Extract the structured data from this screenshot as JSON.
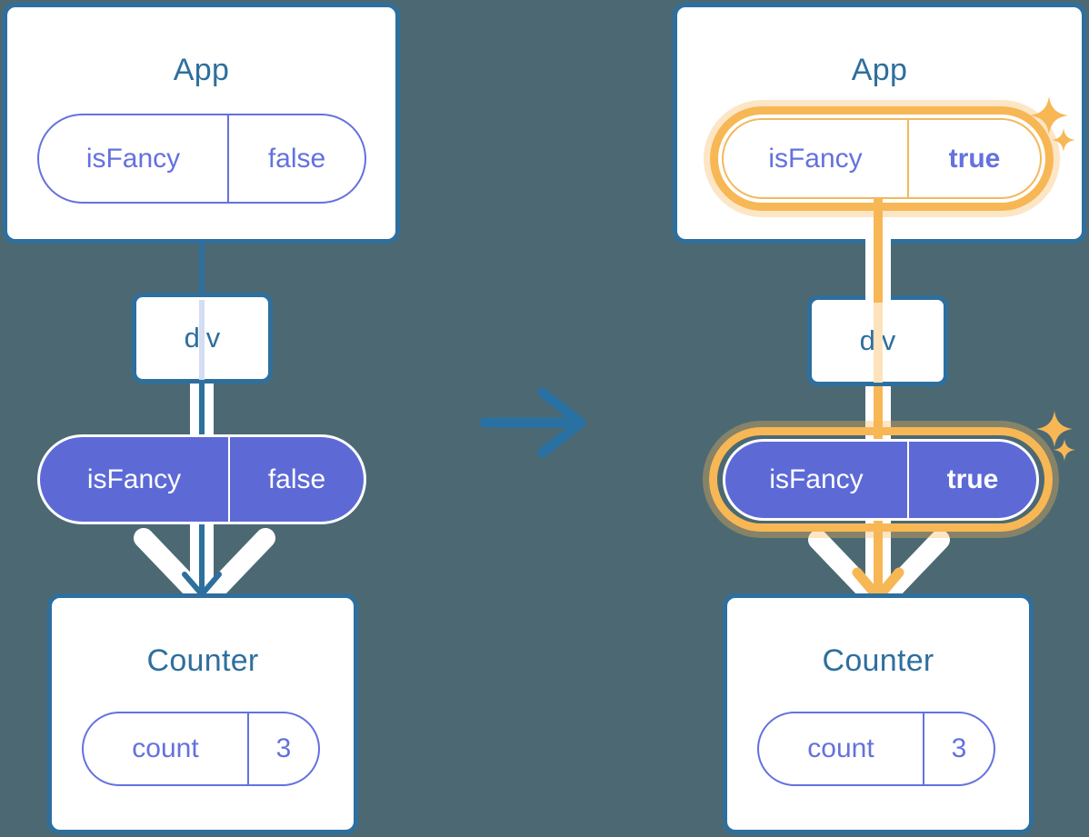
{
  "colors": {
    "background": "#4c6973",
    "box_border": "#2e6f9e",
    "title_text": "#2e6f9e",
    "pill_purple": "#5d6ad6",
    "pill_outline": "#6471de",
    "highlight_orange": "#f7b755",
    "highlight_orange_soft": "#fce3bb",
    "white": "#ffffff"
  },
  "diagram": {
    "type": "react-state-propagation-before-after",
    "transition_arrow": "arrow-right-icon"
  },
  "before": {
    "app": {
      "title": "App",
      "state_pill": {
        "key": "isFancy",
        "value": "false",
        "highlighted": false,
        "style": "outline"
      }
    },
    "div": {
      "label": "div"
    },
    "prop_pill": {
      "key": "isFancy",
      "value": "false",
      "highlighted": false,
      "style": "filled"
    },
    "counter": {
      "title": "Counter",
      "state_pill": {
        "key": "count",
        "value": "3",
        "highlighted": false,
        "style": "outline"
      }
    }
  },
  "after": {
    "app": {
      "title": "App",
      "state_pill": {
        "key": "isFancy",
        "value": "true",
        "highlighted": true,
        "style": "outline"
      }
    },
    "div": {
      "label": "div"
    },
    "prop_pill": {
      "key": "isFancy",
      "value": "true",
      "highlighted": true,
      "style": "filled"
    },
    "counter": {
      "title": "Counter",
      "state_pill": {
        "key": "count",
        "value": "3",
        "highlighted": false,
        "style": "outline"
      }
    }
  }
}
